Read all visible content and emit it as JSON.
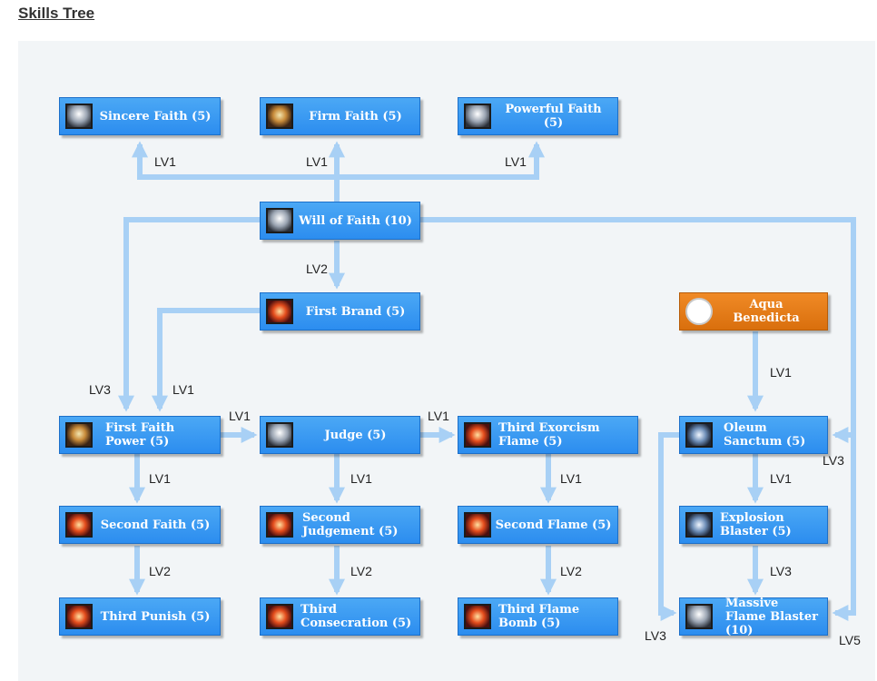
{
  "page": {
    "title": "Skills Tree"
  },
  "nodes": {
    "sincere_faith": "Sincere Faith (5)",
    "firm_faith": "Firm Faith (5)",
    "powerful_faith": "Powerful Faith (5)",
    "will_of_faith": "Will of Faith (10)",
    "first_brand": "First Brand (5)",
    "aqua_benedicta": "Aqua Benedicta",
    "first_faith_power": "First Faith Power (5)",
    "judge": "Judge (5)",
    "third_exorcism_flame": "Third Exorcism Flame (5)",
    "oleum_sanctum": "Oleum Sanctum (5)",
    "second_faith": "Second Faith (5)",
    "second_judgement": "Second Judgement (5)",
    "second_flame": "Second Flame (5)",
    "explosion_blaster": "Explosion Blaster (5)",
    "third_punish": "Third Punish (5)",
    "third_consecration": "Third Consecration (5)",
    "third_flame_bomb": "Third Flame Bomb (5)",
    "massive_flame_blaster": "Massive Flame Blaster (10)"
  },
  "levels": {
    "sincere": "LV1",
    "firm": "LV1",
    "powerful": "LV1",
    "brand": "LV2",
    "ffp_from_will": "LV3",
    "ffp_from_brand": "LV1",
    "judge": "LV1",
    "exorcism": "LV1",
    "oleum_from_aqua": "LV1",
    "oleum_from_will": "LV3",
    "second_faith": "LV1",
    "second_judgement": "LV1",
    "second_flame": "LV1",
    "explosion": "LV1",
    "third_punish": "LV2",
    "third_consecration": "LV2",
    "third_flame_bomb": "LV2",
    "massive_from_explosion": "LV3",
    "massive_from_oleum": "LV3",
    "massive_from_will": "LV5"
  },
  "colors": {
    "node_blue": "#3396f1",
    "node_orange": "#e67c16",
    "arrow": "#a8d0f5",
    "panel": "#f2f5f7"
  },
  "icons": {
    "sincere_faith": "praying-figure-icon",
    "firm_faith": "radiant-fist-icon",
    "powerful_faith": "gauntlet-icon",
    "will_of_faith": "bust-icon",
    "first_brand": "red-star-icon",
    "aqua_benedicta": "shield-crest-icon",
    "first_faith_power": "hexagram-icon",
    "judge": "demon-mask-icon",
    "third_exorcism_flame": "flame-icon",
    "oleum_sanctum": "orb-icon",
    "second_faith": "spiral-icon",
    "second_judgement": "crimson-sigil-icon",
    "second_flame": "fireball-icon",
    "explosion_blaster": "blue-burst-icon",
    "third_punish": "red-hood-icon",
    "third_consecration": "red-burst-icon",
    "third_flame_bomb": "explosion-icon",
    "massive_flame_blaster": "white-flame-icon"
  }
}
